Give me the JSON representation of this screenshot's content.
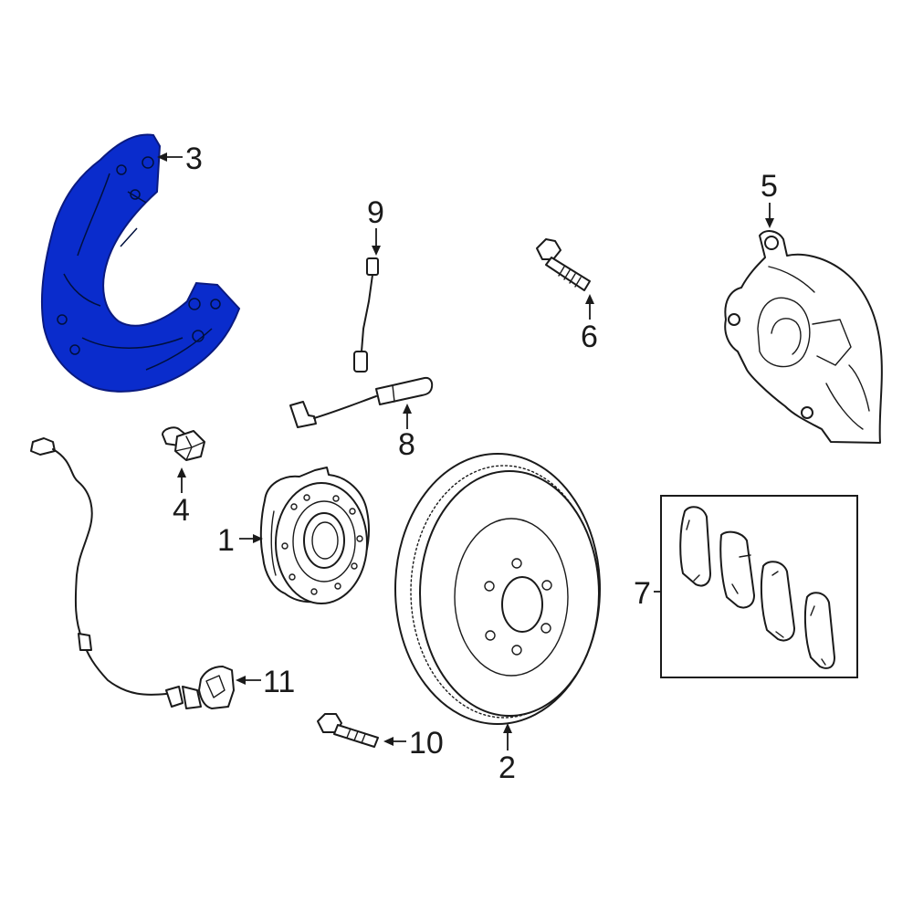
{
  "diagram": {
    "highlight_color": "#0a2ccc",
    "line_color": "#1a1a1a",
    "callouts": {
      "hub": "1",
      "rotor": "2",
      "shield": "3",
      "nut": "4",
      "caliper": "5",
      "caliper_bolt": "6",
      "pad_kit": "7",
      "wear_sensor_front": "8",
      "wear_sensor_rear": "9",
      "hub_bolt": "10",
      "abs_sensor": "11"
    }
  }
}
